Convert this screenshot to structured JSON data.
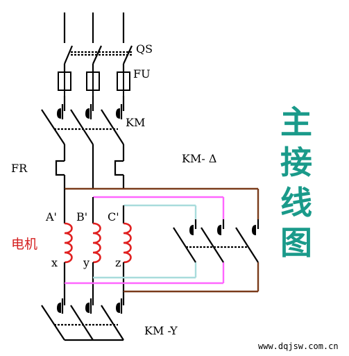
{
  "labels": {
    "qs": "QS",
    "fu": "FU",
    "km": "KM",
    "fr": "FR",
    "km_delta": "KM- Δ",
    "km_y": "KM -Y",
    "a_prime": "A'",
    "b_prime": "B'",
    "c_prime": "C'",
    "x": "x",
    "y": "y",
    "z": "z",
    "motor": "电机"
  },
  "title_chars": [
    "主",
    "接",
    "线",
    "图"
  ],
  "website": "www.dqjsw.com.cn",
  "colors": {
    "title": "#1a9a8a",
    "motor_label": "#d42020",
    "coil": "#e02020",
    "brown_wire": "#7a3b1a",
    "magenta_wire": "#ff66ff",
    "cyan_wire": "#a8dcdc",
    "contact": "#000000"
  }
}
